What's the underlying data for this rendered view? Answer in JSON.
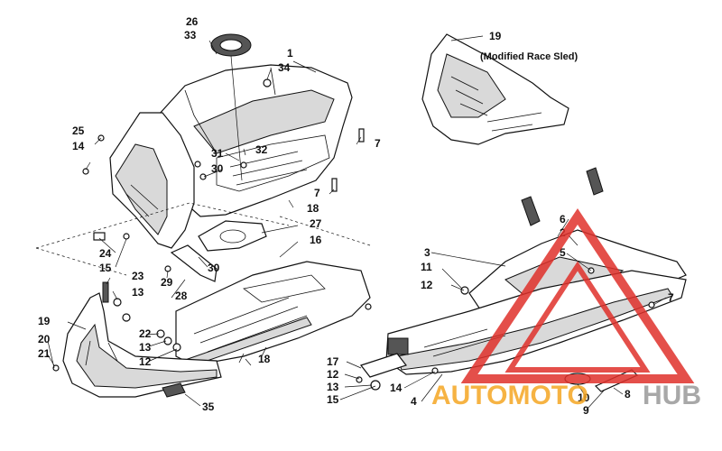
{
  "callouts": [
    {
      "id": "c26",
      "label": "26"
    },
    {
      "id": "c33",
      "label": "33"
    },
    {
      "id": "c1",
      "label": "1"
    },
    {
      "id": "c34",
      "label": "34"
    },
    {
      "id": "c25",
      "label": "25"
    },
    {
      "id": "c14a",
      "label": "14"
    },
    {
      "id": "c31",
      "label": "31"
    },
    {
      "id": "c32",
      "label": "32"
    },
    {
      "id": "c30a",
      "label": "30"
    },
    {
      "id": "c7a",
      "label": "7"
    },
    {
      "id": "c7b",
      "label": "7"
    },
    {
      "id": "c18a",
      "label": "18"
    },
    {
      "id": "c27",
      "label": "27"
    },
    {
      "id": "c16",
      "label": "16"
    },
    {
      "id": "c24",
      "label": "24"
    },
    {
      "id": "c15a",
      "label": "15"
    },
    {
      "id": "c30b",
      "label": "30"
    },
    {
      "id": "c29",
      "label": "29"
    },
    {
      "id": "c28",
      "label": "28"
    },
    {
      "id": "c23",
      "label": "23"
    },
    {
      "id": "c13a",
      "label": "13"
    },
    {
      "id": "c19a",
      "label": "19"
    },
    {
      "id": "c20",
      "label": "20"
    },
    {
      "id": "c21",
      "label": "21"
    },
    {
      "id": "c22",
      "label": "22"
    },
    {
      "id": "c13b",
      "label": "13"
    },
    {
      "id": "c12a",
      "label": "12"
    },
    {
      "id": "c18b",
      "label": "18"
    },
    {
      "id": "c35",
      "label": "35"
    },
    {
      "id": "c19b",
      "label": "19"
    },
    {
      "id": "c6",
      "label": "6"
    },
    {
      "id": "c2",
      "label": "2"
    },
    {
      "id": "c3",
      "label": "3"
    },
    {
      "id": "c5",
      "label": "5"
    },
    {
      "id": "c11",
      "label": "11"
    },
    {
      "id": "c12b",
      "label": "12"
    },
    {
      "id": "c7c",
      "label": "7"
    },
    {
      "id": "c17",
      "label": "17"
    },
    {
      "id": "c12c",
      "label": "12"
    },
    {
      "id": "c13c",
      "label": "13"
    },
    {
      "id": "c15b",
      "label": "15"
    },
    {
      "id": "c14b",
      "label": "14"
    },
    {
      "id": "c4",
      "label": "4"
    },
    {
      "id": "c10",
      "label": "10"
    },
    {
      "id": "c8",
      "label": "8"
    },
    {
      "id": "c9",
      "label": "9"
    }
  ],
  "notes": {
    "modified_race_sled": "(Modified Race Sled)"
  },
  "watermark": {
    "text_orange": "AUTOMOTO",
    "text_grey": "HUB",
    "color_red": "#e0312b",
    "color_orange": "#f5a623",
    "color_grey": "#9a9a9a"
  }
}
